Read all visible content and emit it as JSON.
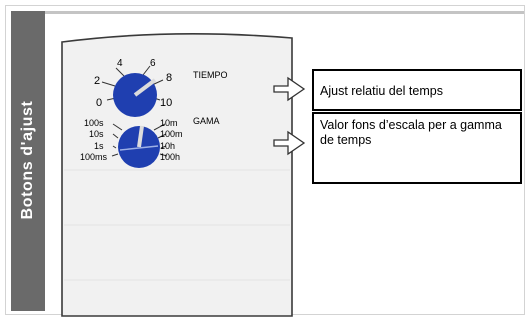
{
  "side_title": "Botons d'ajust",
  "tiempo_dial": {
    "name": "TIEMPO",
    "scale": [
      "0",
      "2",
      "4",
      "6",
      "8",
      "10"
    ]
  },
  "gama_dial": {
    "name": "GAMA",
    "left_labels": [
      "100s",
      "10s",
      "1s",
      "100ms"
    ],
    "right_labels": [
      "10m",
      "100m",
      "10h",
      "100h"
    ]
  },
  "callouts": [
    {
      "text": "Ajust relatiu del temps"
    },
    {
      "text": "Valor fons d’escala per a gamma de temps"
    }
  ],
  "colors": {
    "side_band": "#6a6a6a",
    "dial_blue": "#1f3fb0",
    "panel_fill": "#f1f1f1"
  }
}
